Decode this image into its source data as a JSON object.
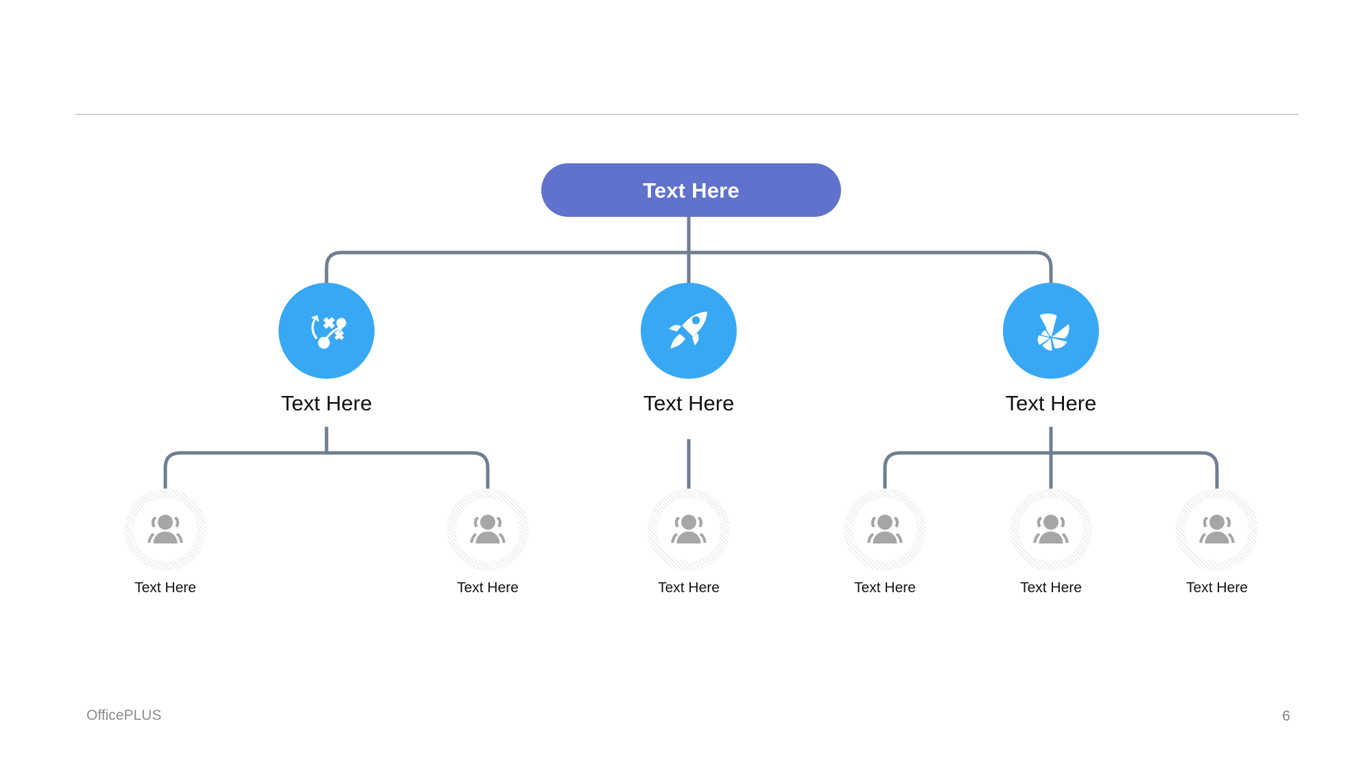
{
  "slide": {
    "page_number": "6",
    "brand": "OfficePLUS",
    "background_color": "#ffffff",
    "divider_color": "#b3b3b3"
  },
  "colors": {
    "root_node": "#6072cc",
    "level2_circle": "#38a8f5",
    "connector_line": "#717e91",
    "level3_icon": "#a6a6a6",
    "level3_ring": "#e3e3e3",
    "label_text": "#111111",
    "footer_text": "#8c8c8c"
  },
  "root": {
    "label": "Text Here"
  },
  "level2": [
    {
      "label": "Text Here",
      "icon": "strategy-icon"
    },
    {
      "label": "Text Here",
      "icon": "rocket-icon"
    },
    {
      "label": "Text Here",
      "icon": "pinwheel-icon"
    }
  ],
  "level3": [
    {
      "label": "Text Here",
      "icon": "users-icon",
      "parent": 0
    },
    {
      "label": "Text Here",
      "icon": "users-icon",
      "parent": 0
    },
    {
      "label": "Text Here",
      "icon": "users-icon",
      "parent": 1
    },
    {
      "label": "Text Here",
      "icon": "users-icon",
      "parent": 2
    },
    {
      "label": "Text Here",
      "icon": "users-icon",
      "parent": 2
    },
    {
      "label": "Text Here",
      "icon": "users-icon",
      "parent": 2
    }
  ]
}
